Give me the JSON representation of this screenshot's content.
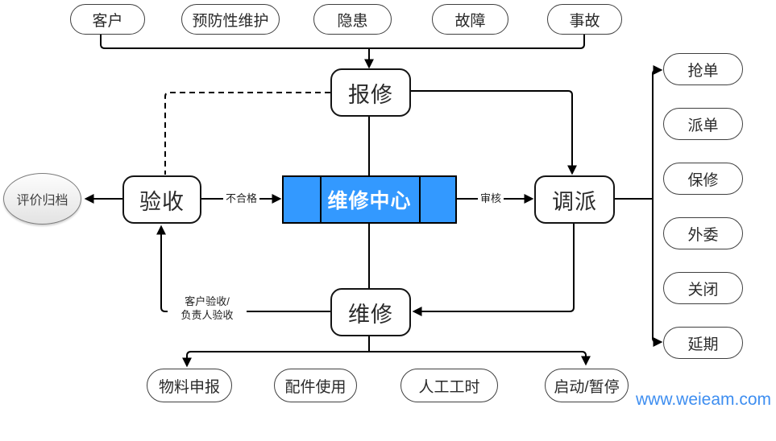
{
  "diagram_title": "maintenance-workflow",
  "nodes": {
    "top": [
      "客户",
      "预防性维护",
      "隐患",
      "故障",
      "事故"
    ],
    "report": "报修",
    "center": "维修中心",
    "acceptance": "验收",
    "archive": "评价归档",
    "dispatch": "调派",
    "repair": "维修",
    "right": [
      "抢单",
      "派单",
      "保修",
      "外委",
      "关闭",
      "延期"
    ],
    "bottom": [
      "物料申报",
      "配件使用",
      "人工工时",
      "启动/暂停"
    ]
  },
  "edge_labels": {
    "unqualified": "不合格",
    "audit": "审核",
    "accept_line1": "客户验收/",
    "accept_line2": "负责人验收"
  },
  "watermark": {
    "text": "www.weieam.com",
    "color": "#3e8ef0"
  },
  "colors": {
    "center_fill": "#3399ff",
    "line": "#000000",
    "node_border": "#3f3f3f"
  }
}
